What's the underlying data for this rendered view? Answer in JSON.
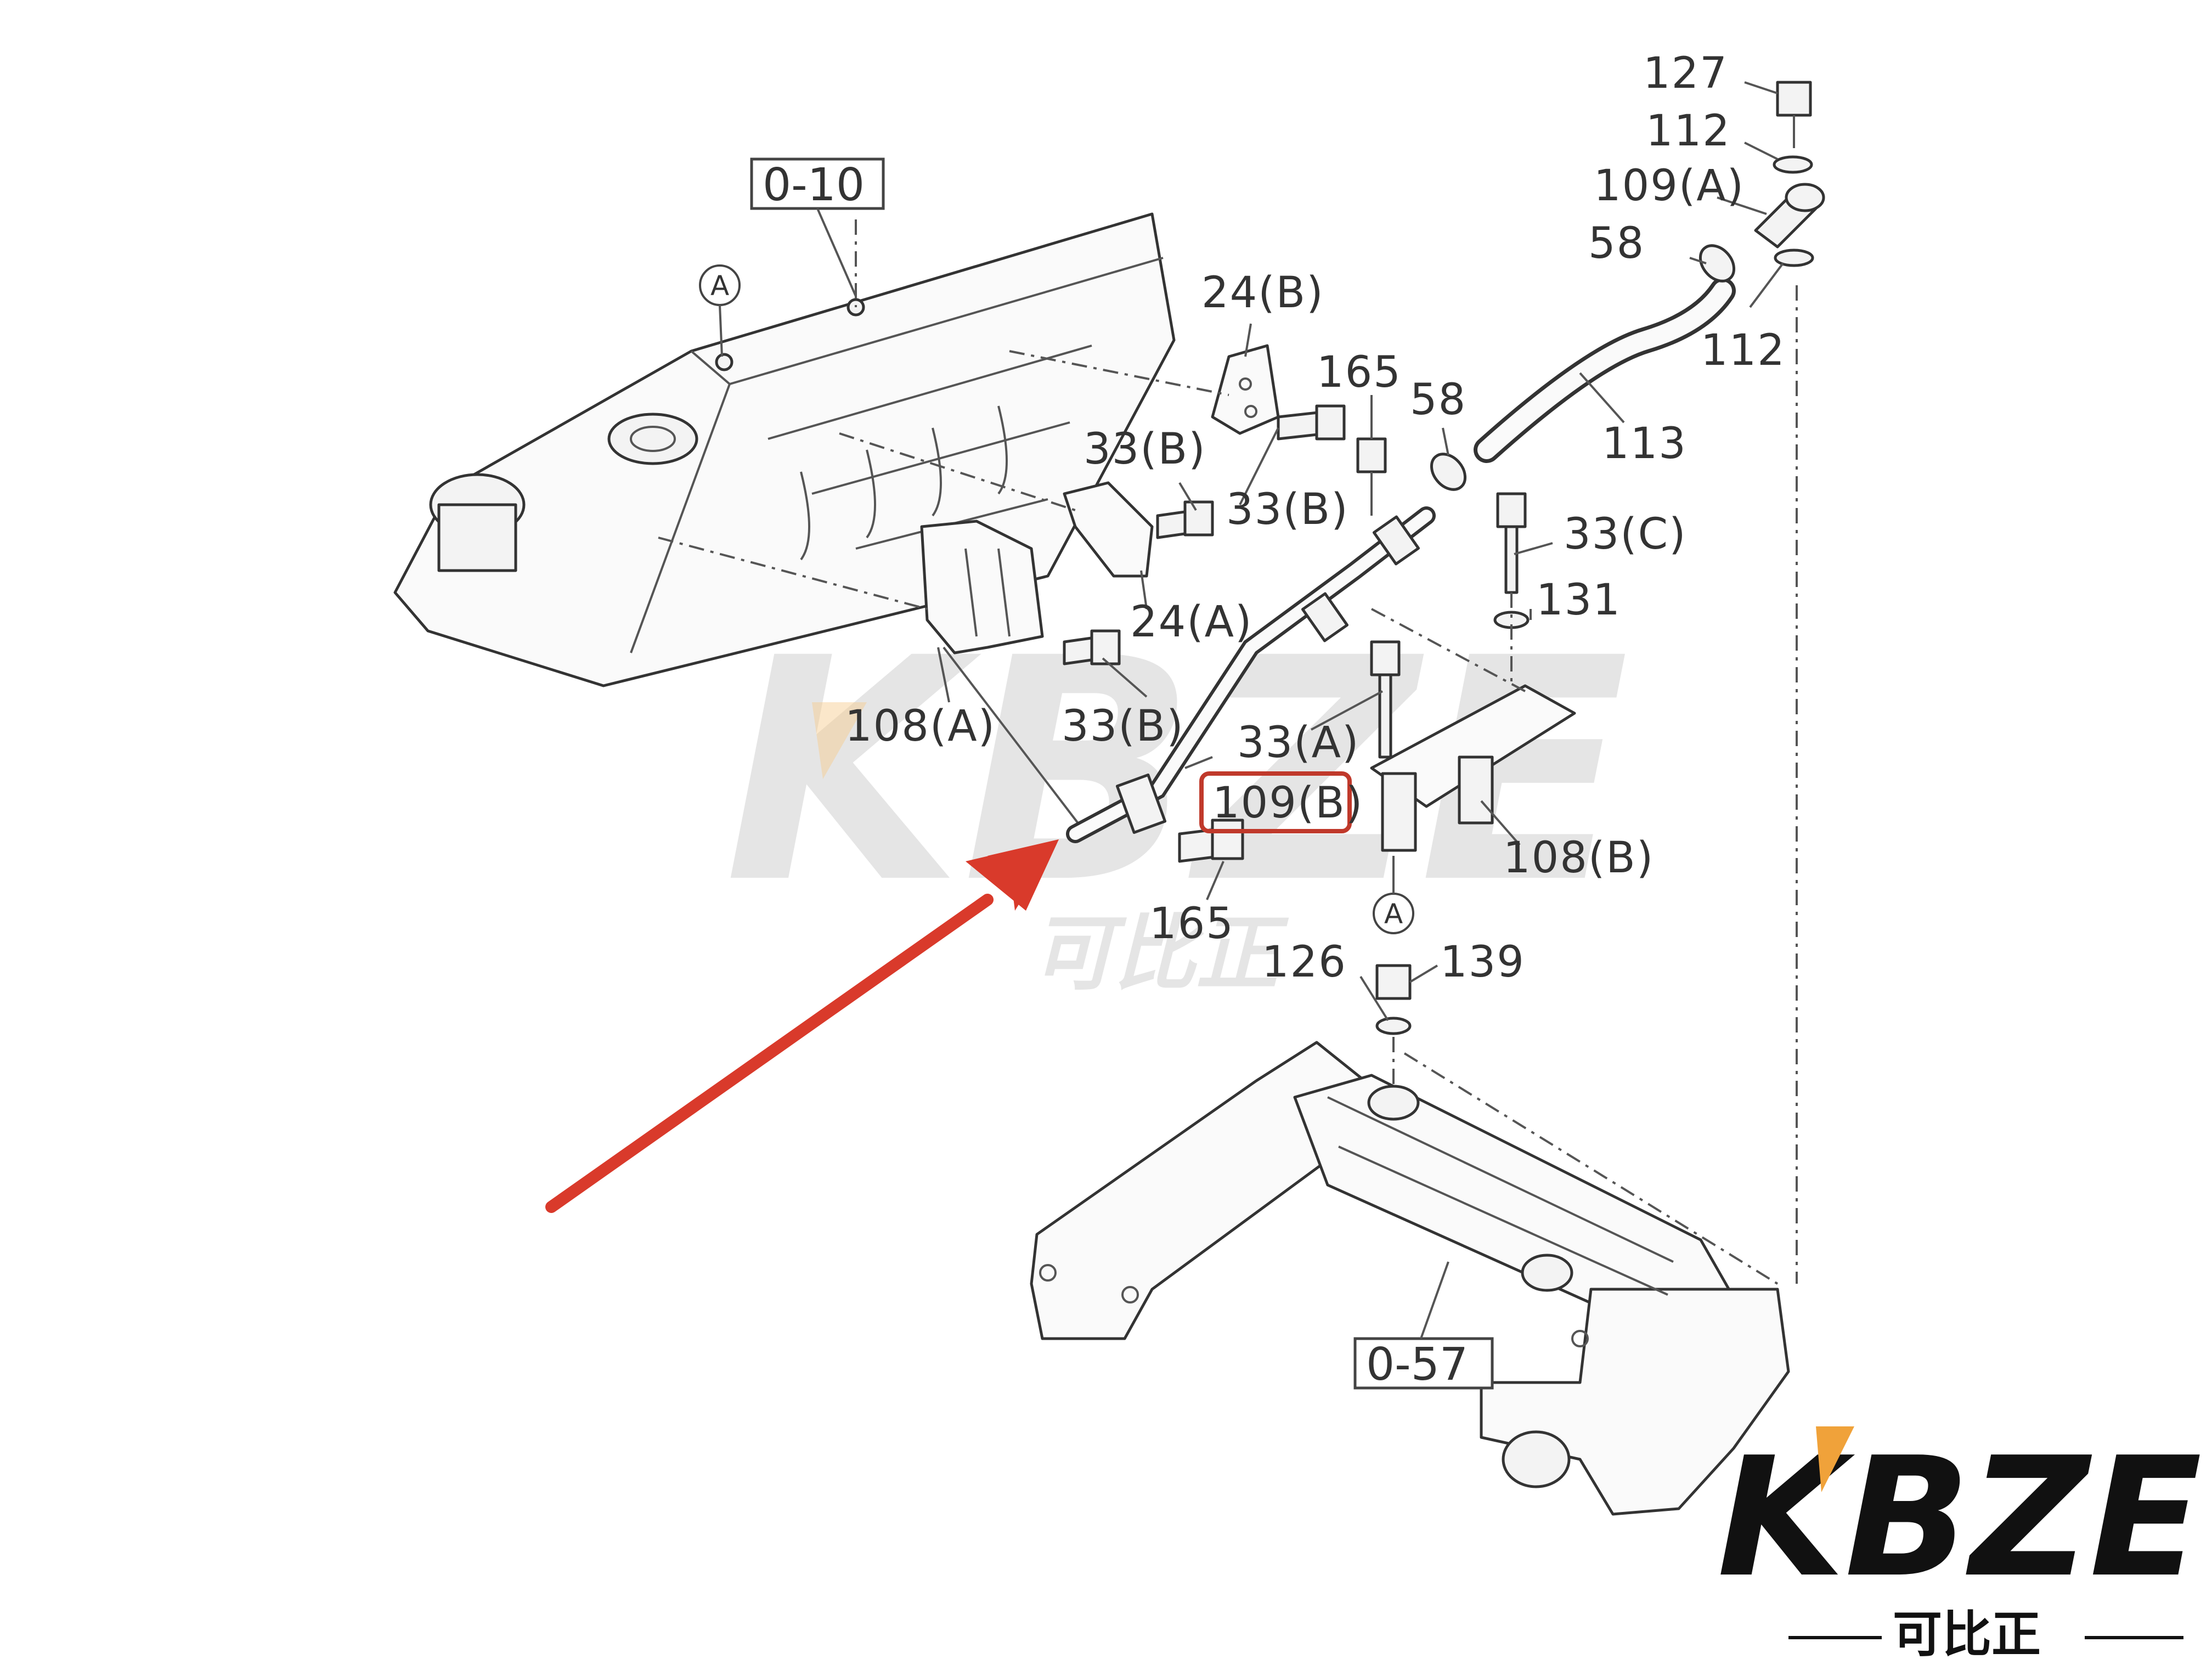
{
  "reference_boxes": {
    "top_left": "0-10",
    "bottom": "0-57"
  },
  "reference_marker": "A",
  "labels": {
    "l127": "127",
    "l112_top": "112",
    "l109a": "109(A)",
    "l58_top": "58",
    "l112_right": "112",
    "l24b": "24(B)",
    "l165_top": "165",
    "l58_mid": "58",
    "l113": "113",
    "l33b_1": "33(B)",
    "l33b_2": "33(B)",
    "l33c": "33(C)",
    "l131": "131",
    "l24a": "24(A)",
    "l108a": "108(A)",
    "l33b_3": "33(B)",
    "l33a": "33(A)",
    "l109b": "109(B)",
    "l108b": "108(B)",
    "l165_bottom": "165",
    "l126": "126",
    "l139": "139"
  },
  "highlighted_part": "109(B)",
  "highlight_color": "#c0392b",
  "arrow_color": "#d93a2b",
  "watermark": {
    "text": "KBZE",
    "subtext": "可比正"
  },
  "logo": {
    "text": "KBZE",
    "subtext": "可比正",
    "accent": "#f0a23a"
  }
}
